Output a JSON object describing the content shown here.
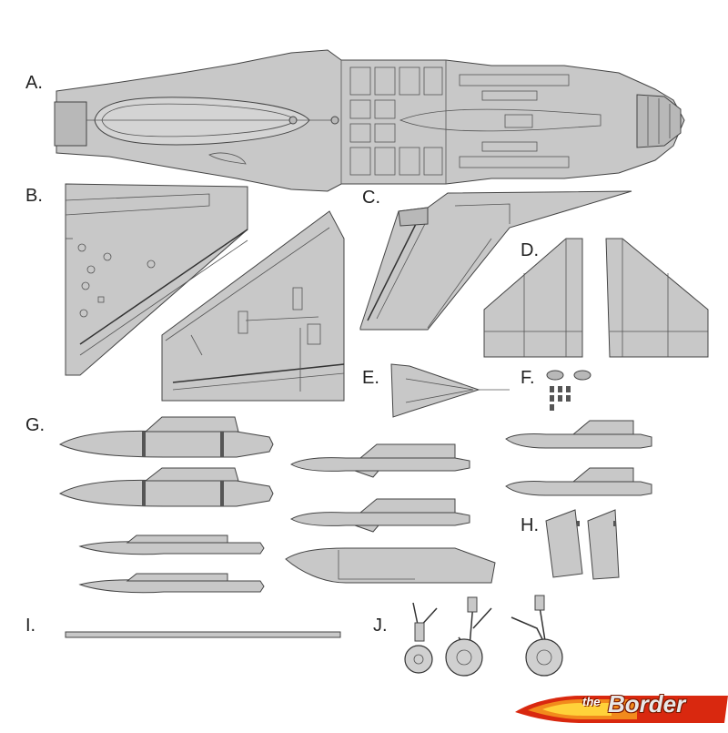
{
  "labels": {
    "a": "A.",
    "b": "B.",
    "c": "C.",
    "d": "D.",
    "e": "E.",
    "f": "F.",
    "g": "G.",
    "h": "H.",
    "i": "I.",
    "j": "J."
  },
  "logo": {
    "prefix": "the",
    "name": "Border",
    "colors": {
      "flame_outer": "#d9280f",
      "flame_inner": "#f28a1c",
      "flame_core": "#ffd23a"
    }
  },
  "colors": {
    "part_fill": "#c8c8c8",
    "outline": "#444444",
    "background": "#ffffff"
  }
}
